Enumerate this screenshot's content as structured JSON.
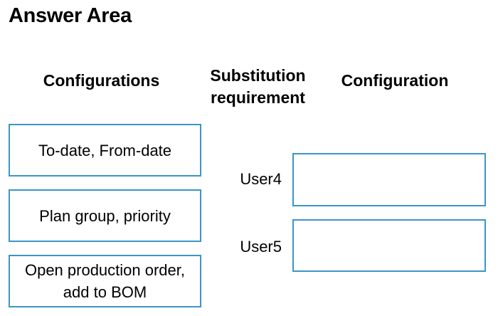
{
  "title": "Answer Area",
  "headers": {
    "configurations": "Configurations",
    "substitution_line1": "Substitution",
    "substitution_line2": "requirement",
    "configuration": "Configuration"
  },
  "options": [
    {
      "line1": "To-date, From-date",
      "line2": ""
    },
    {
      "line1": "Plan group, priority",
      "line2": ""
    },
    {
      "line1": "Open production order,",
      "line2": "add to BOM"
    }
  ],
  "rows": [
    {
      "label": "User4",
      "answer": ""
    },
    {
      "label": "User5",
      "answer": ""
    }
  ],
  "colors": {
    "box_border": "#3a95c9",
    "text": "#000000",
    "background": "#ffffff"
  }
}
